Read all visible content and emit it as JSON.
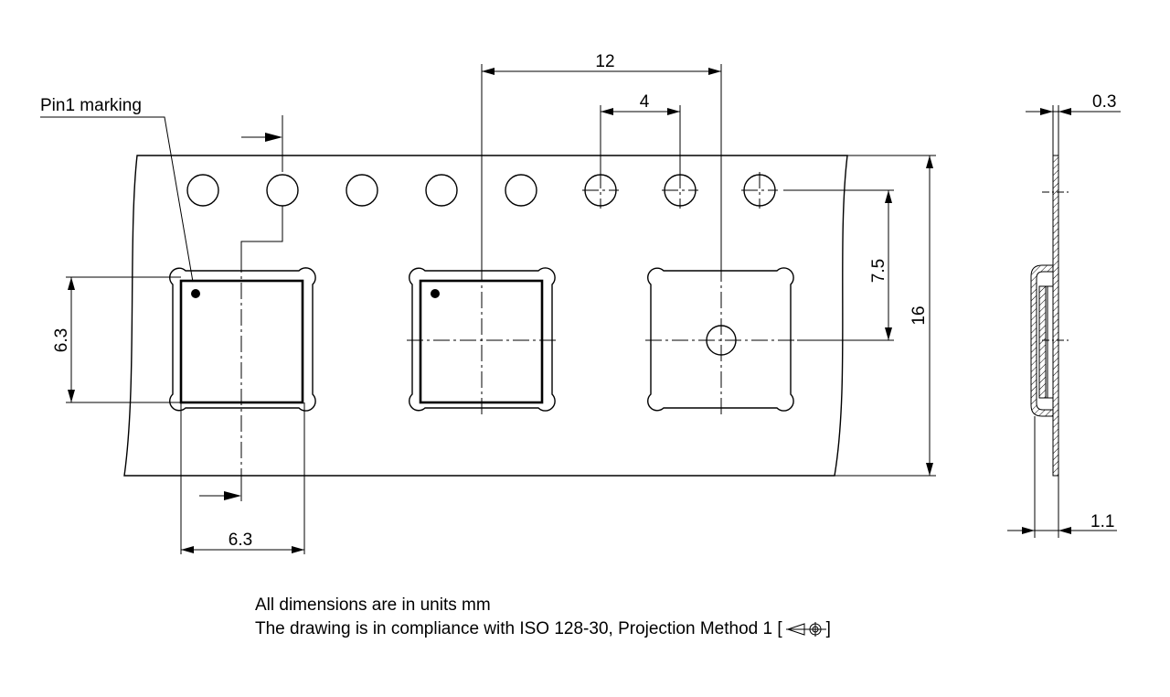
{
  "labels": {
    "pin1": "Pin1 marking",
    "pitch_12": "12",
    "hole_pitch_4": "4",
    "thickness_0_3": "0.3",
    "offset_7_5": "7.5",
    "width_16": "16",
    "pocket_h_6_3": "6.3",
    "pocket_w_6_3": "6.3",
    "depth_1_1": "1.1"
  },
  "notes": {
    "line1": "All dimensions are in units mm",
    "line2_prefix": "The drawing is in compliance with ISO 128-30, Projection Method 1 [",
    "line2_suffix": "]"
  },
  "colors": {
    "line": "#000000",
    "background": "#ffffff"
  }
}
